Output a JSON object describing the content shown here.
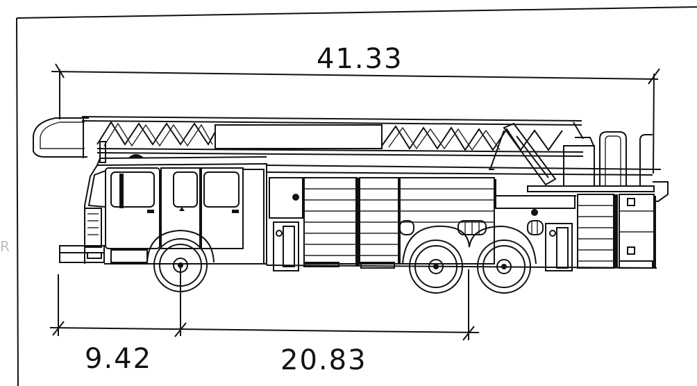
{
  "drawing": {
    "subject": "fire-truck-aerial-ladder-side-elevation",
    "dimensions": {
      "overall_length": "41.33",
      "front_overhang": "9.42",
      "wheelbase": "20.83"
    },
    "stray_marks": {
      "left_edge": "R"
    },
    "colors": {
      "ink": "#111111",
      "paper": "#ffffff"
    }
  }
}
